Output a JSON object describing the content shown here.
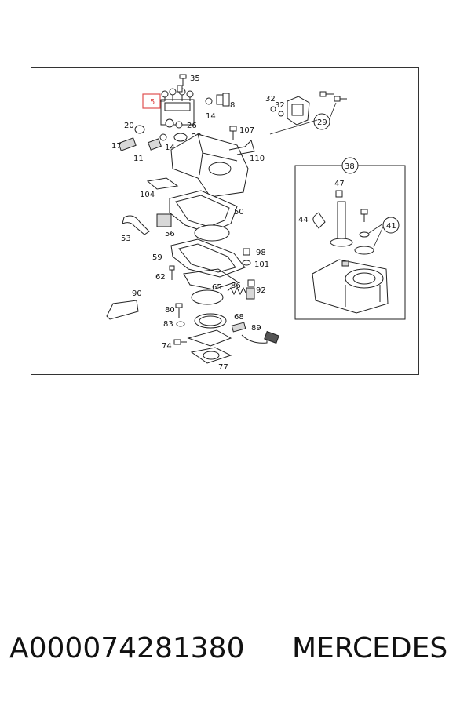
{
  "diagram": {
    "highlight_label": "5",
    "highlight_color": "#e05050",
    "labels": {
      "l35": "35",
      "l8": "8",
      "l14a": "14",
      "l107": "107",
      "l26": "26",
      "l23": "23",
      "l20": "20",
      "l17": "17",
      "l14b": "14",
      "l11": "11",
      "l110": "110",
      "l104": "104",
      "l50": "50",
      "l53": "53",
      "l56": "56",
      "l59": "59",
      "l98": "98",
      "l101": "101",
      "l62": "62",
      "l86": "86",
      "l92": "92",
      "l65": "65",
      "l90": "90",
      "l80": "80",
      "l83": "83",
      "l68": "68",
      "l89": "89",
      "l74": "74",
      "l77": "77",
      "l32a": "32",
      "l32b": "32",
      "l29": "29",
      "l38": "38",
      "l47": "47",
      "l44": "44",
      "l41": "41"
    }
  },
  "caption": {
    "part_number": "A000074281380",
    "brand": "MERCEDES"
  }
}
